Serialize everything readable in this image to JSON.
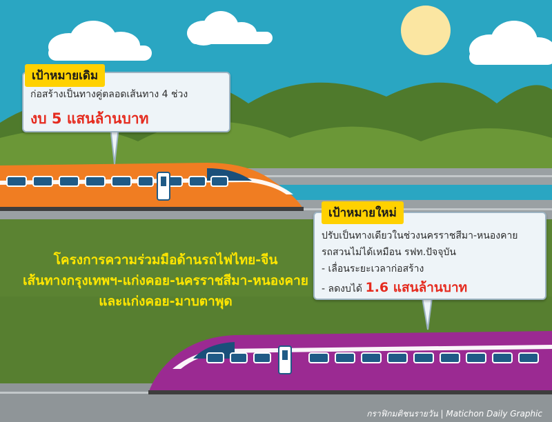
{
  "headline": {
    "line1": "โครงการความร่วมมือด้านรถไฟไทย-จีน",
    "line2": "เส้นทางกรุงเทพฯ-แก่งคอย-นครราชสีมา-หนองคาย",
    "line3": "และแก่งคอย-มาบตาพุด"
  },
  "old_target": {
    "label": "เป้าหมายเดิม",
    "description": "ก่อสร้างเป็นทางคู่ตลอดเส้นทาง 4 ช่วง",
    "budget": "งบ 5 แสนล้านบาท"
  },
  "new_target": {
    "label": "เป้าหมายใหม่",
    "line1": "ปรับเป็นทางเดียวในช่วงนครราชสีมา-หนองคาย",
    "line2": "รถสวนไม่ได้เหมือน รฟท.ปัจจุบัน",
    "bullet1": "-  เลื่อนระยะเวลาก่อสร้าง",
    "bullet2_prefix": "-  ลดงบได้",
    "bullet2_amount": "1.6 แสนล้านบาท"
  },
  "credit": "กราฟิกมติชนรายวัน | Matichon Daily Graphic",
  "colors": {
    "sky": "#2aa6c2",
    "orange_train": "#f07d22",
    "purple_train": "#9b2a92",
    "tag": "#ffd100",
    "highlight": "#e52b1f",
    "headline_text": "#ffe600"
  }
}
